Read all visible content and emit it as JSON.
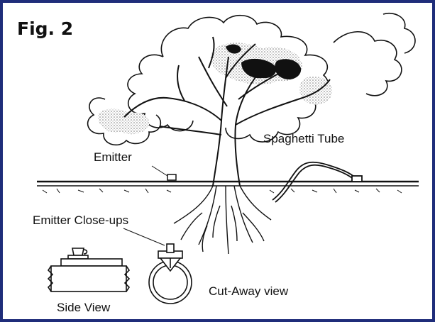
{
  "figure": {
    "title": "Fig. 2"
  },
  "labels": {
    "emitter": "Emitter",
    "spaghetti_tube": "Spaghetti Tube",
    "emitter_closeups": "Emitter Close-ups",
    "side_view": "Side View",
    "cut_away_view": "Cut-Away view"
  },
  "colors": {
    "frame": "#1f2d7a",
    "ink": "#111111",
    "foliage_shade": "#bdbdbd"
  }
}
